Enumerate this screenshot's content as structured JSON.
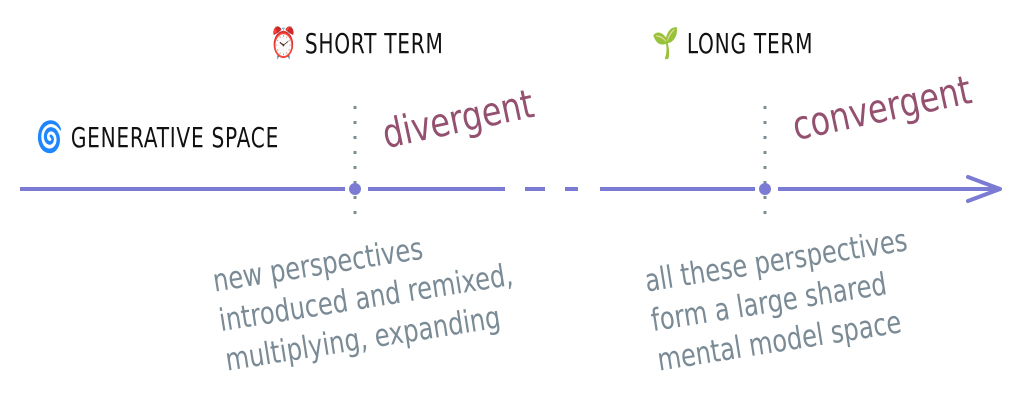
{
  "headings": {
    "short_term": {
      "icon": "alarm-clock-icon",
      "glyph": "⏰",
      "label": "SHORT TERM"
    },
    "long_term": {
      "icon": "seedling-icon",
      "glyph": "🌱",
      "label": "LONG TERM"
    },
    "generative_space": {
      "icon": "cyclone-icon",
      "glyph": "🌀",
      "label": "GENERATIVE SPACE"
    }
  },
  "phases": {
    "divergent": "divergent",
    "convergent": "convergent"
  },
  "notes": {
    "short_term": "new perspectives\nintroduced and remixed,\nmultiplying, expanding",
    "long_term": "all these perspectives\nform a large shared\nmental model space"
  },
  "colors": {
    "timeline": "#7b7bd4",
    "phase_text": "#94506f",
    "note_text": "#7b8b96",
    "markers": "#7f8c94"
  }
}
